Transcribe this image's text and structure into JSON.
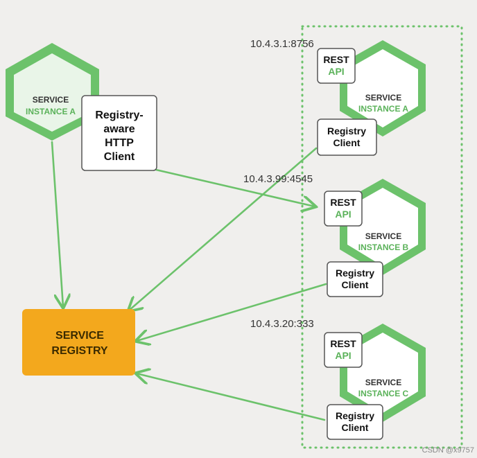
{
  "diagram": {
    "client_service": {
      "line1": "SERVICE",
      "line2": "INSTANCE A"
    },
    "registry_aware_client": {
      "lines": [
        "Registry-",
        "aware",
        "HTTP",
        "Client"
      ]
    },
    "service_registry": {
      "line1": "SERVICE",
      "line2": "REGISTRY"
    },
    "instances": [
      {
        "address": "10.4.3.1:8756",
        "rest_line1": "REST",
        "rest_line2": "API",
        "service_line1": "SERVICE",
        "service_line2": "INSTANCE A",
        "client_line1": "Registry",
        "client_line2": "Client"
      },
      {
        "address": "10.4.3.99:4545",
        "rest_line1": "REST",
        "rest_line2": "API",
        "service_line1": "SERVICE",
        "service_line2": "INSTANCE B",
        "client_line1": "Registry",
        "client_line2": "Client"
      },
      {
        "address": "10.4.3.20:333",
        "rest_line1": "REST",
        "rest_line2": "API",
        "service_line1": "SERVICE",
        "service_line2": "INSTANCE C",
        "client_line1": "Registry",
        "client_line2": "Client"
      }
    ],
    "watermark": "CSDN @x9757",
    "colors": {
      "green": "#6cc26b",
      "green_light": "#e9f5e8",
      "green_text": "#5bb25a",
      "registry_fill": "#f3a81d",
      "box_border": "#555555",
      "background": "#f0efed"
    }
  }
}
